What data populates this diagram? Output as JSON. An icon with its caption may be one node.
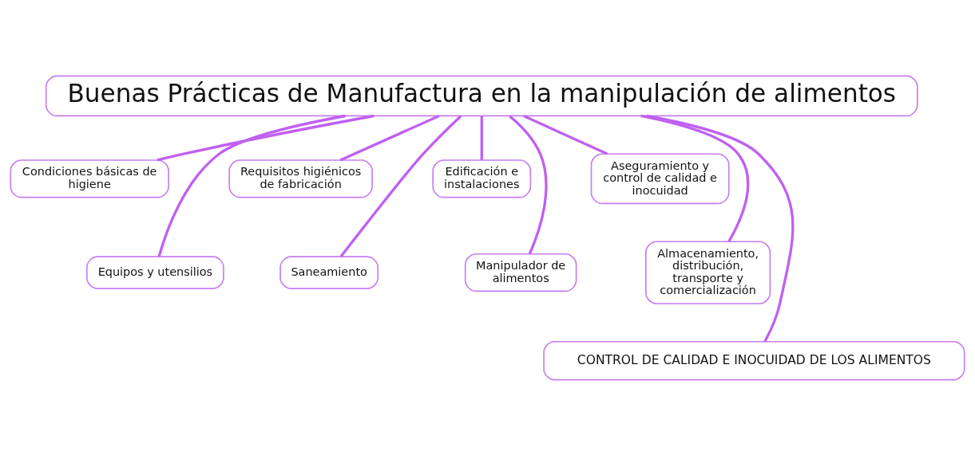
{
  "diagram": {
    "nodes": [
      {
        "text": [
          "Buenas Prácticas de Manufactura en la manipulación de alimentos"
        ]
      },
      {
        "text": [
          "Condiciones básicas de higiene"
        ]
      },
      {
        "text": [
          "Requisitos higiénicos de fabricación"
        ]
      },
      {
        "text": [
          "Edificación e instalaciones"
        ]
      },
      {
        "text": [
          "Aseguramiento y control de calidad e inocuidad"
        ]
      },
      {
        "text": [
          "Equipos y utensilios"
        ]
      },
      {
        "text": [
          "Saneamiento"
        ]
      },
      {
        "text": [
          "Manipulador de alimentos"
        ]
      },
      {
        "text": [
          "Almacenamiento, distribución, transporte y comercialización"
        ]
      },
      {
        "text": [
          "CONTROL DE CALIDAD E INOCUIDAD DE LOS ALIMENTOS"
        ]
      }
    ],
    "edges": [
      {
        "from": 0,
        "to": 1,
        "arrow": "none"
      },
      {
        "from": 0,
        "to": 2,
        "arrow": "none"
      },
      {
        "from": 0,
        "to": 3,
        "arrow": "none"
      },
      {
        "from": 0,
        "to": 4,
        "arrow": "none"
      },
      {
        "from": 0,
        "to": 5,
        "arrow": "none"
      },
      {
        "from": 0,
        "to": 6,
        "arrow": "none"
      },
      {
        "from": 0,
        "to": 7,
        "arrow": "none"
      },
      {
        "from": 0,
        "to": 8,
        "arrow": "none"
      },
      {
        "from": 0,
        "to": 9,
        "arrow": "none"
      }
    ]
  }
}
